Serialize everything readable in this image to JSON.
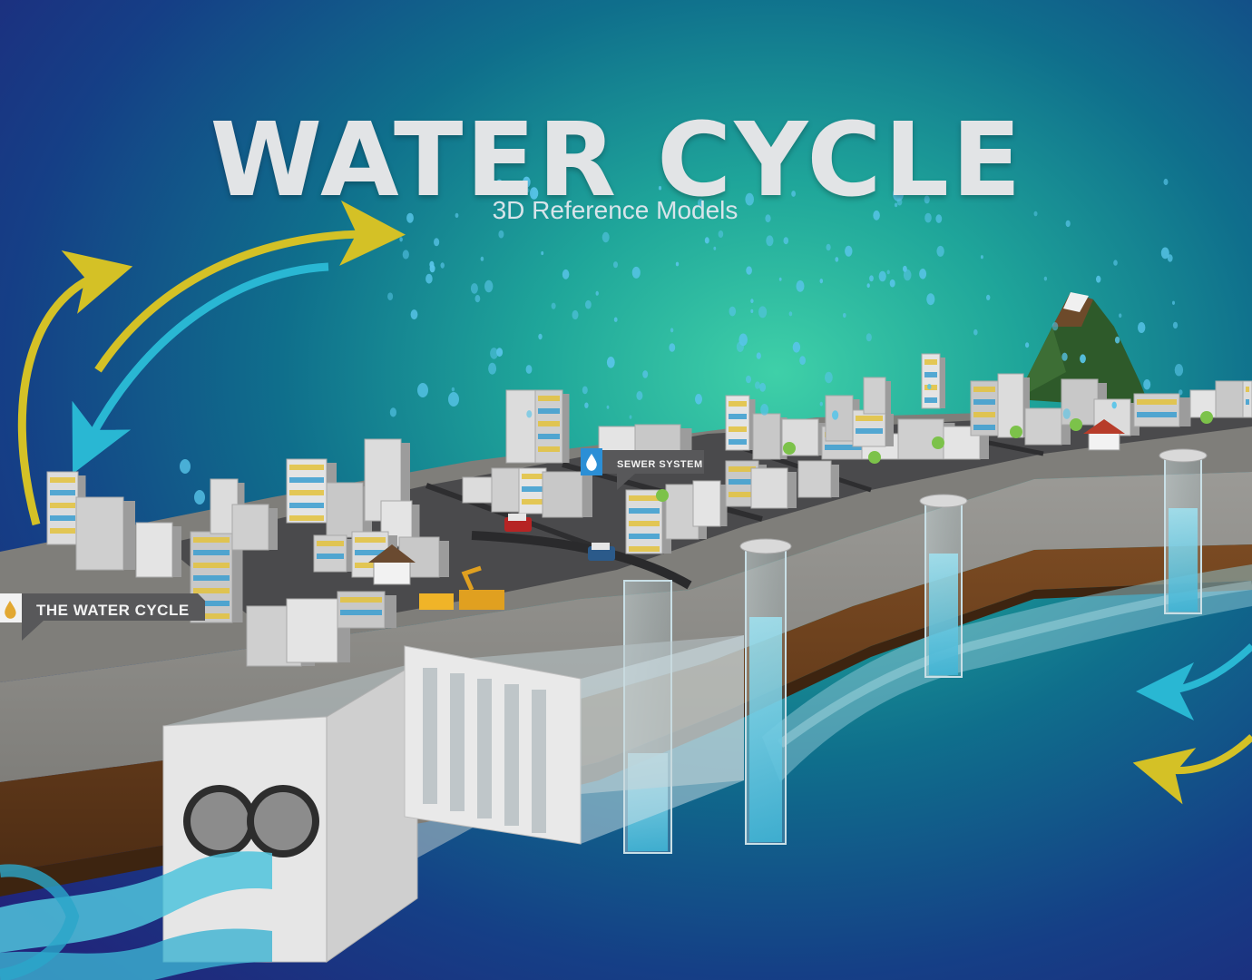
{
  "header": {
    "title": "WATER CYCLE",
    "subtitle": "3D Reference Models"
  },
  "labels": {
    "water_cycle": "THE WATER CYCLE",
    "sewer_system": "SEWER SYSTEM"
  },
  "colors": {
    "arrow_yellow": "#d4c126",
    "arrow_cyan": "#29b7d3",
    "water": "#5fc9e6",
    "road": "#4a4a4c",
    "ground_gray": "#8c8c8a",
    "soil": "#6a3f1e",
    "label_bg": "#58585a"
  },
  "icons": [
    "water-drop-icon",
    "water-drop-icon"
  ]
}
